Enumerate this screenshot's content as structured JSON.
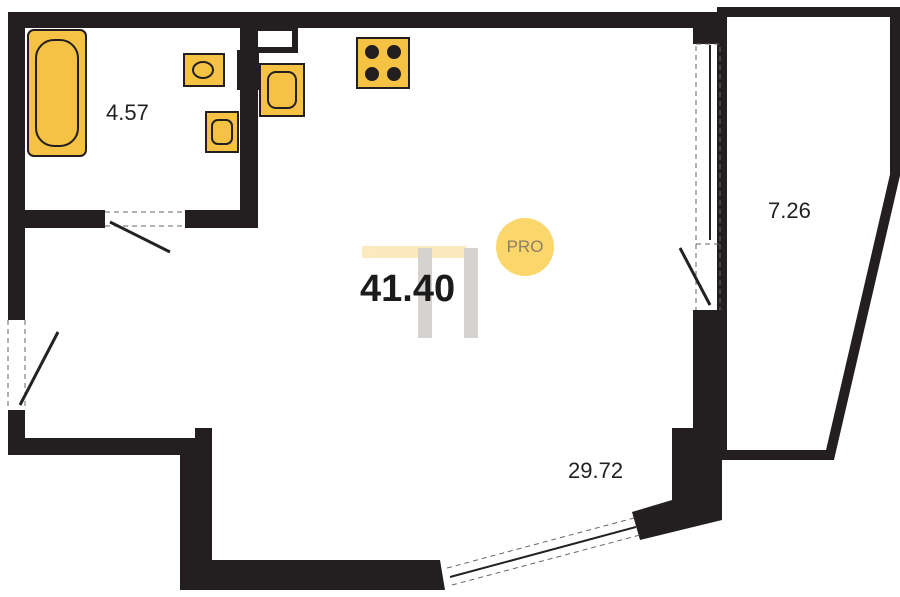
{
  "plan": {
    "total_area": "41.40",
    "badge": "PRO",
    "rooms": [
      {
        "name": "bathroom",
        "area": "4.57"
      },
      {
        "name": "living-room",
        "area": "29.72"
      },
      {
        "name": "balcony",
        "area": "7.26"
      }
    ]
  },
  "colors": {
    "wall": "#231f20",
    "fixture": "#f5c244",
    "accent": "#fbd66b"
  }
}
